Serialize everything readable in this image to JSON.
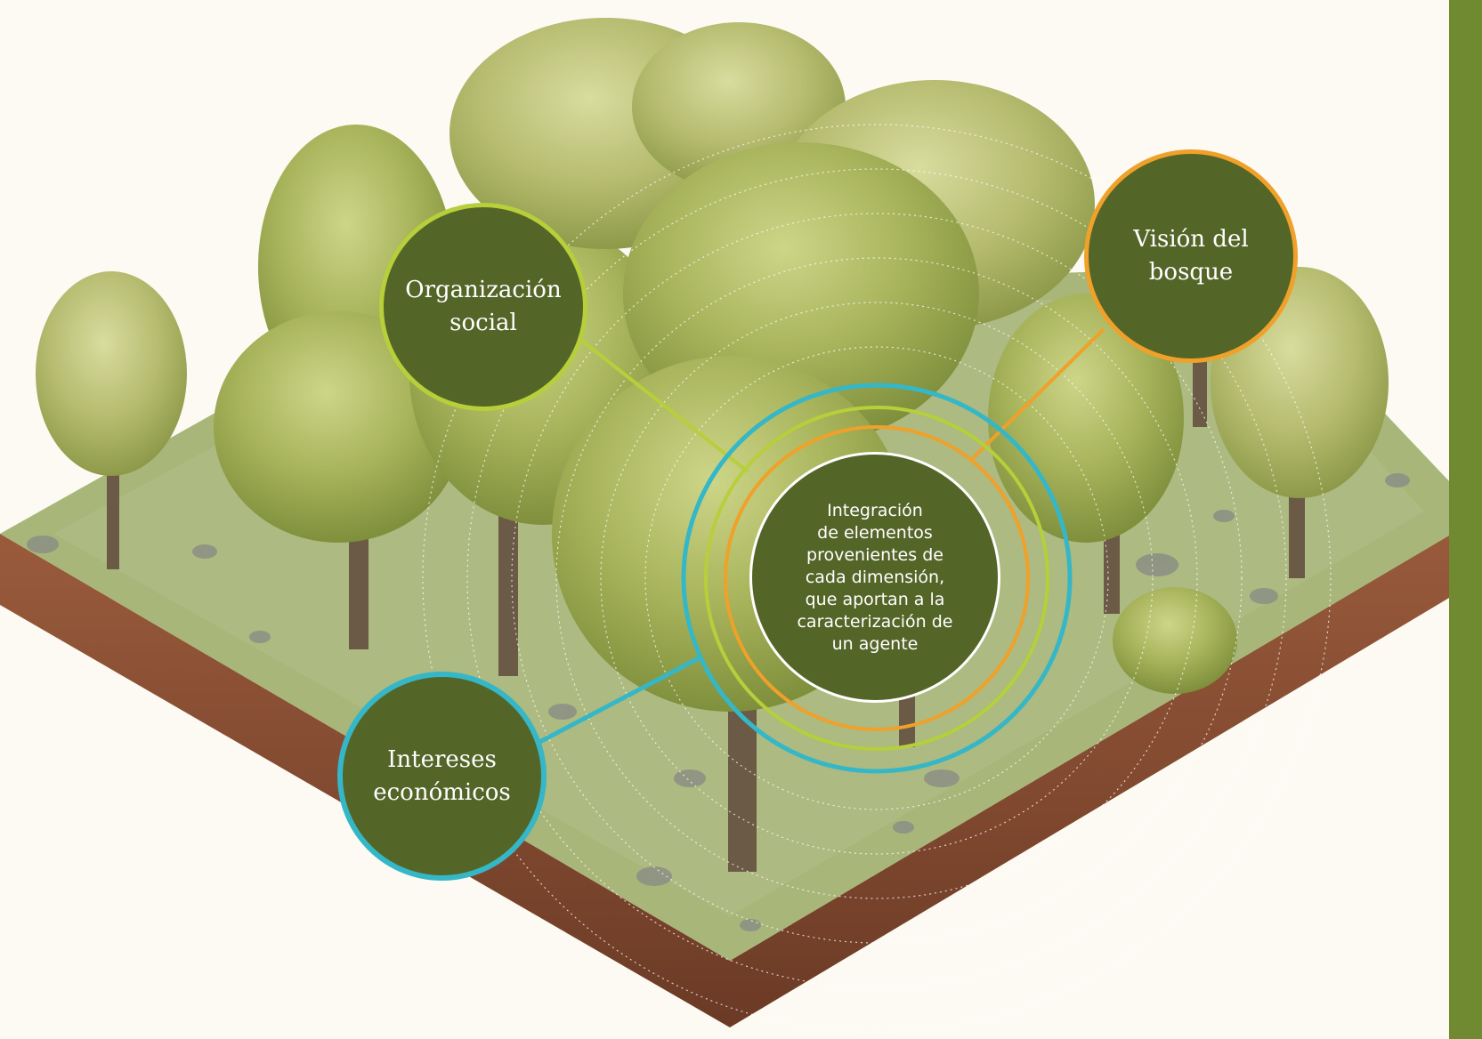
{
  "diagram": {
    "center_label": "Integración\nde elementos\nprovenientes de\ncada dimensión,\nque aportan a la\ncaracterización de\nun agente",
    "dimensions": [
      {
        "id": "social",
        "label": "Organización\nsocial",
        "color": "#b6cf3a"
      },
      {
        "id": "vision",
        "label": "Visión del\nbosque",
        "color": "#efa12a"
      },
      {
        "id": "economic",
        "label": "Intereses\neconómicos",
        "color": "#35b7c7"
      }
    ]
  },
  "colors": {
    "node_fill": "#546528",
    "accent_green": "#b6cf3a",
    "accent_orange": "#efa12a",
    "accent_teal": "#35b7c7",
    "side_bar": "#6f8a30",
    "background": "#fcfaf3"
  },
  "illustration": "isometric-forest-plot"
}
